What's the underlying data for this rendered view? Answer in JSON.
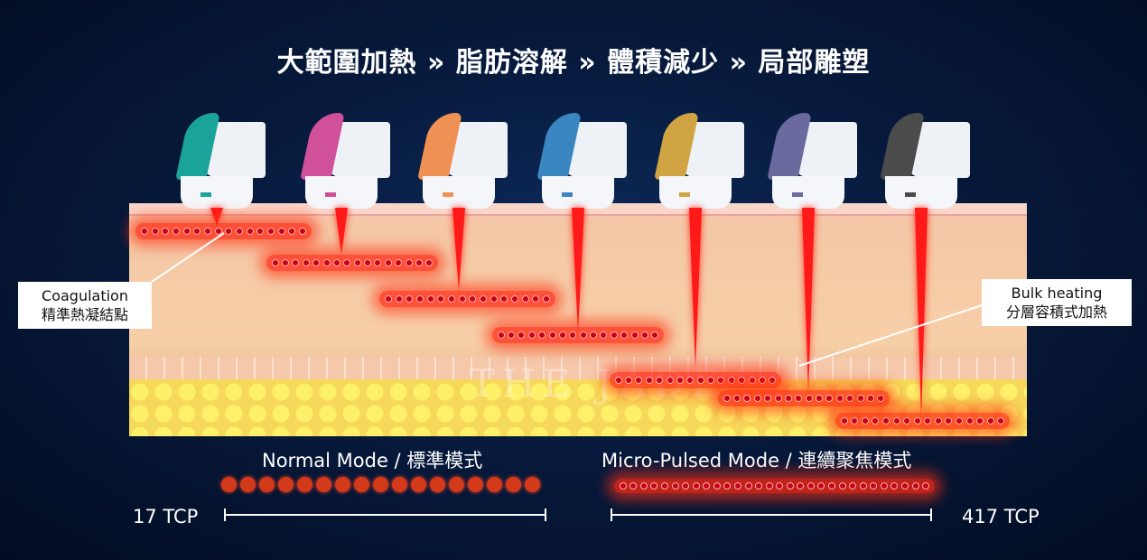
{
  "title": "大範圍加熱 » 脂肪溶解 » 體積減少 » 局部雕塑",
  "cartridge_colors": [
    "#1aa39a",
    "#d0509a",
    "#ef9155",
    "#3a86c0",
    "#d1a443",
    "#6a6a9e",
    "#4b4b4b"
  ],
  "callouts": {
    "coagulation": {
      "line1": "Coagulation",
      "line2": "精準熱凝結點"
    },
    "bulk": {
      "line1": "Bulk heating",
      "line2": "分層容積式加熱"
    }
  },
  "modes": {
    "normal": {
      "label": "Normal Mode / 標準模式",
      "tcp": "17  TCP"
    },
    "micro": {
      "label": "Micro-Pulsed Mode / 連續聚焦模式",
      "tcp": "417 TCP"
    }
  },
  "watermark": "THE JADE",
  "colors": {
    "beam": "#ff1a1a",
    "fat": "#f8e865",
    "skin": "#f7cfa7"
  }
}
